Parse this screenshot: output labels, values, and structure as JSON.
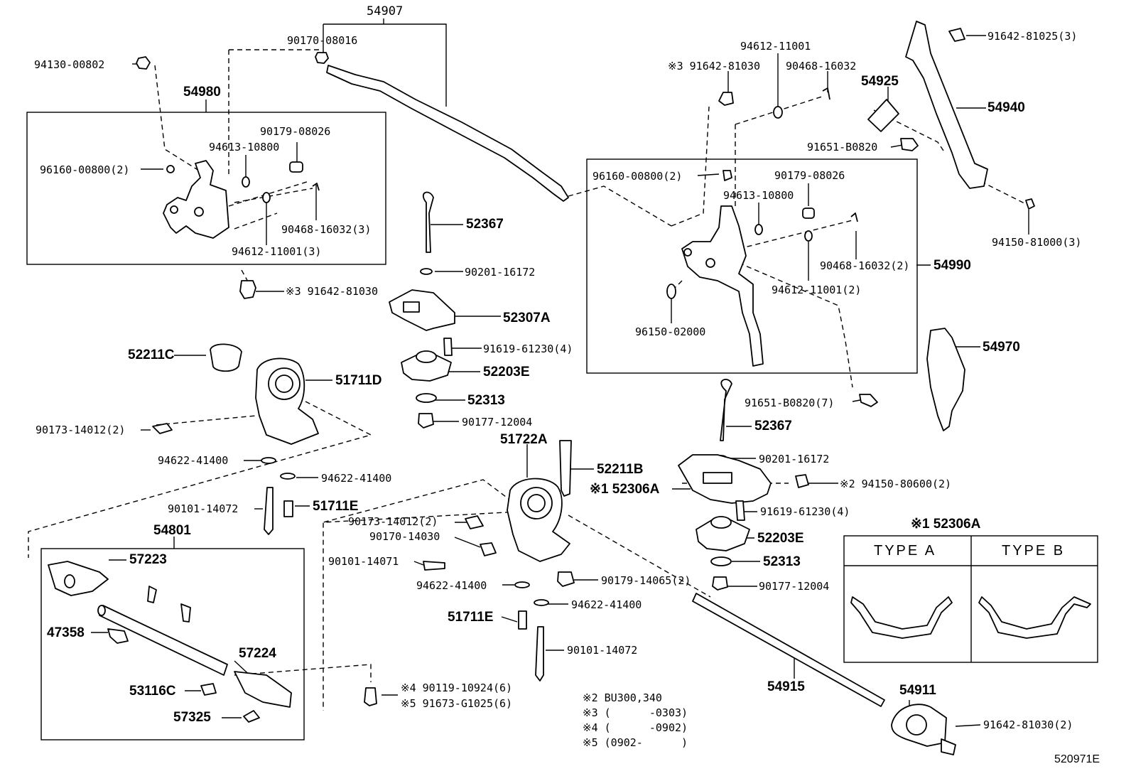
{
  "diagram_code": "520971E",
  "notes": [
    "※2 BU300,340",
    "※3 (      -0303)",
    "※4 (      -0902)",
    "※5 (0902-      )"
  ],
  "type_box": {
    "title": "※1 52306A",
    "type_a": "TYPE A",
    "type_b": "TYPE B"
  },
  "callouts": {
    "p54907": "54907",
    "p90170_08016": "90170-08016",
    "p94130_00802": "94130-00802",
    "p54980": "54980",
    "p90179_08026_l": "90179-08026",
    "p94613_10800_l": "94613-10800",
    "p96160_00800_l": "96160-00800(2)",
    "p90468_16032_3": "90468-16032(3)",
    "p94612_11001_3": "94612-11001(3)",
    "p91642_81030_l": "※3 91642-81030",
    "p52367_a": "52367",
    "p90201_16172_a": "90201-16172",
    "p52307A": "52307A",
    "p91619_61230_a": "91619-61230(4)",
    "p52203E_a": "52203E",
    "p52313_a": "52313",
    "p90177_12004_a": "90177-12004",
    "p52211C": "52211C",
    "p51711D": "51711D",
    "p90173_14012_a": "90173-14012(2)",
    "p94622_41400_a": "94622-41400",
    "p94622_41400_b": "94622-41400",
    "p90101_14072_a": "90101-14072",
    "p51711E_a": "51711E",
    "p54801": "54801",
    "p57223": "57223",
    "p47358": "47358",
    "p57224": "57224",
    "p53116C": "53116C",
    "p57325": "57325",
    "p90119_10924": "※4 90119-10924(6)",
    "p91673_G1025": "※5 91673-G1025(6)",
    "p51722A": "51722A",
    "p52211B": "52211B",
    "p52306A": "※1 52306A",
    "p90173_14012_b": "90173-14012(2)",
    "p90170_14030": "90170-14030",
    "p90101_14071": "90101-14071",
    "p94622_41400_c": "94622-41400",
    "p90179_14065": "90179-14065(2)",
    "p94622_41400_d": "94622-41400",
    "p51711E_b": "51711E",
    "p90101_14072_b": "90101-14072",
    "p94612_11001_r": "94612-11001",
    "p91642_81030_r": "※3 91642-81030",
    "p90468_16032_r": "90468-16032",
    "p54925": "54925",
    "p91642_81025": "91642-81025(3)",
    "p54940": "54940",
    "p91651_B0820": "91651-B0820",
    "p96160_00800_r": "96160-00800(2)",
    "p90179_08026_r": "90179-08026",
    "p94613_10800_r": "94613-10800",
    "p90468_16032_2": "90468-16032(2)",
    "p54990": "54990",
    "p94612_11001_2": "94612-11001(2)",
    "p96150_02000": "96150-02000",
    "p94150_81000": "94150-81000(3)",
    "p54970": "54970",
    "p91651_B0820_7": "91651-B0820(7)",
    "p52367_b": "52367",
    "p90201_16172_b": "90201-16172",
    "p94150_80600": "※2 94150-80600(2)",
    "p91619_61230_b": "91619-61230(4)",
    "p52203E_b": "52203E",
    "p52313_b": "52313",
    "p90177_12004_b": "90177-12004",
    "p54915": "54915",
    "p54911": "54911",
    "p91642_81030_2": "91642-81030(2)"
  }
}
